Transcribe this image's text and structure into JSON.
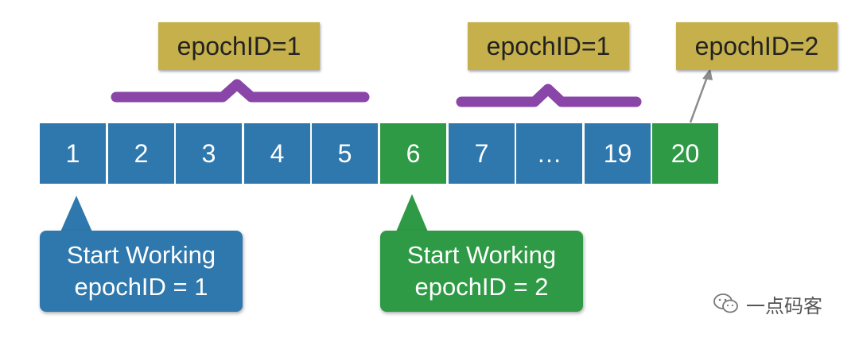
{
  "cells": [
    {
      "label": "1",
      "color": "blue"
    },
    {
      "label": "2",
      "color": "blue"
    },
    {
      "label": "3",
      "color": "blue"
    },
    {
      "label": "4",
      "color": "blue"
    },
    {
      "label": "5",
      "color": "blue"
    },
    {
      "label": "6",
      "color": "green"
    },
    {
      "label": "7",
      "color": "blue"
    },
    {
      "label": "…",
      "color": "blue"
    },
    {
      "label": "19",
      "color": "blue"
    },
    {
      "label": "20",
      "color": "green"
    }
  ],
  "tags": {
    "first": "epochID=1",
    "second": "epochID=1",
    "third": "epochID=2"
  },
  "bubbles": {
    "first": {
      "line1": "Start Working",
      "line2": "epochID = 1"
    },
    "second": {
      "line1": "Start Working",
      "line2": "epochID = 2"
    }
  },
  "watermark": {
    "text": "一点码客",
    "icon": "wechat-icon"
  },
  "colors": {
    "blue": "#2f78ad",
    "green": "#2e9a45",
    "tag": "#c5b04c",
    "bracket": "#8a45a8",
    "arrow": "#8c8c8c"
  }
}
